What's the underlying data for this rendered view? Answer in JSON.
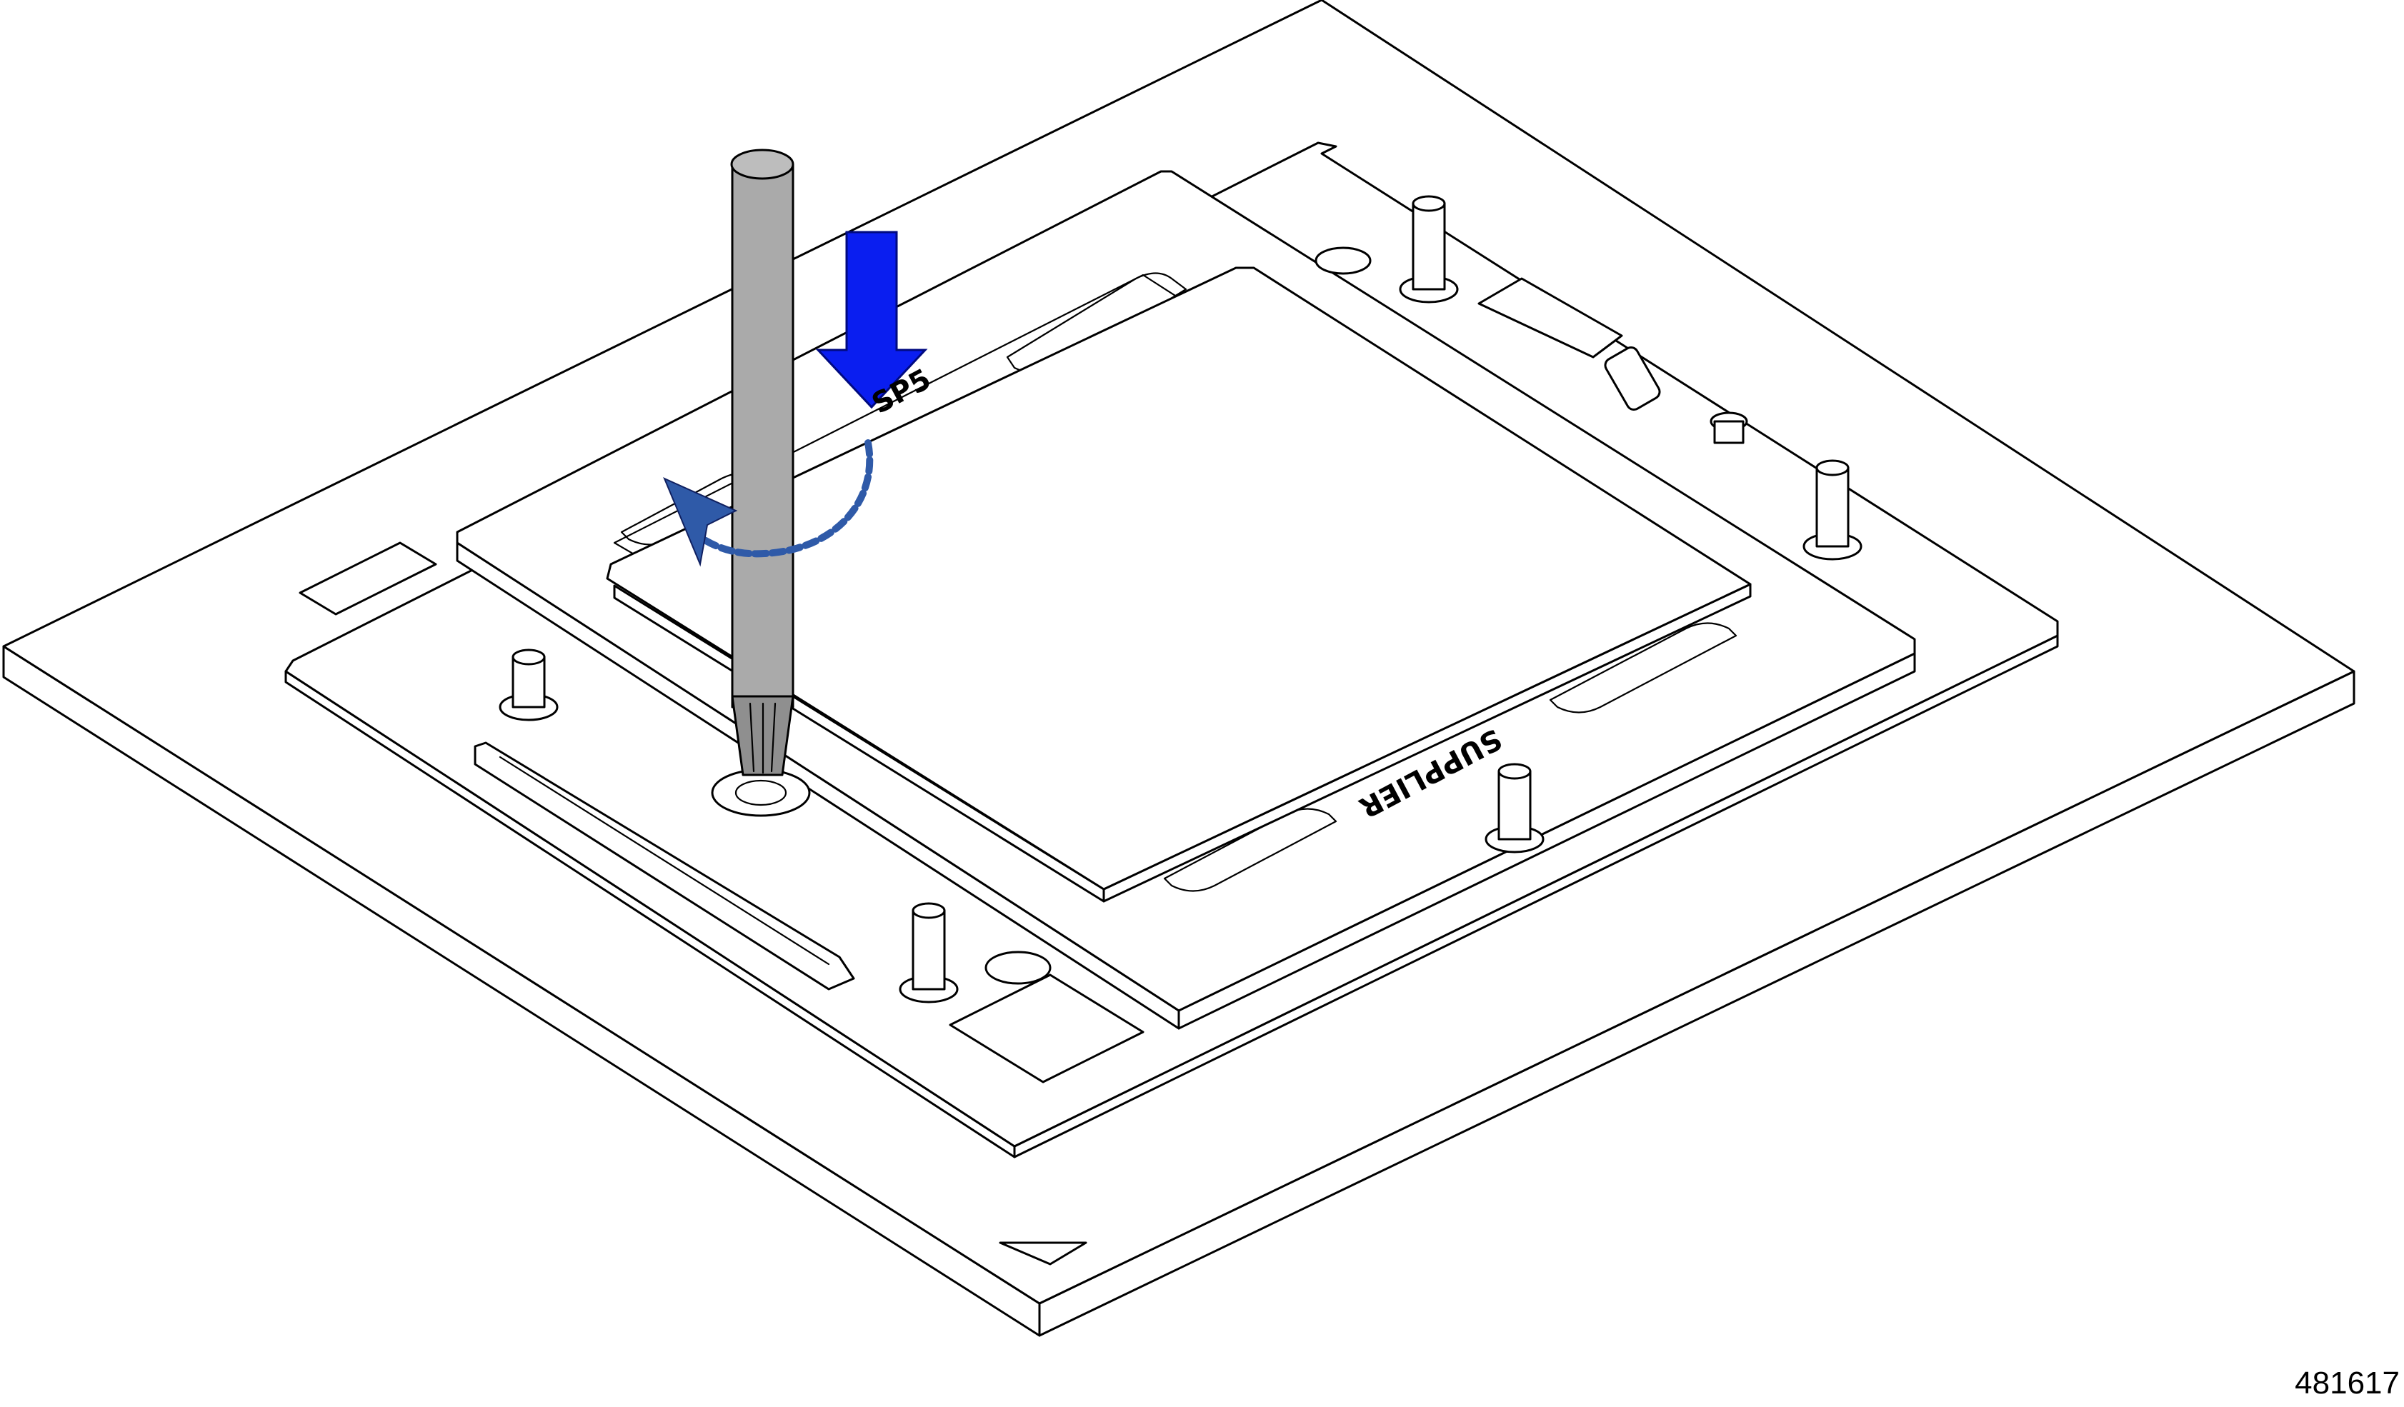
{
  "labels": {
    "socket_name": "SP5",
    "supplier": "SUPPLIER"
  },
  "figure_number": "481617",
  "colors": {
    "press_arrow": "#0a1ef0",
    "rotation_arrow": "#2f5aa8",
    "screwdriver": "#aaaaaa",
    "line": "#000000",
    "background": "#ffffff"
  },
  "icons": {
    "press_direction": "down-arrow-icon",
    "rotation_direction": "counterclockwise-arrow-icon",
    "tool": "torx-screwdriver-icon"
  }
}
